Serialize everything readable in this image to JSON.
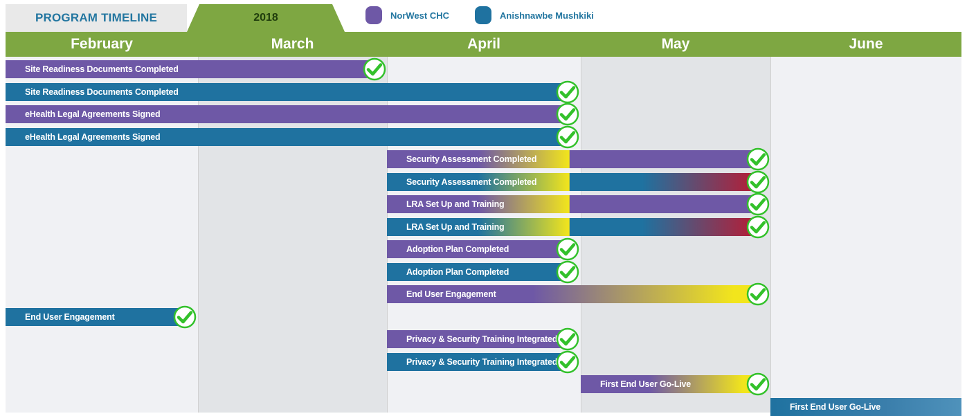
{
  "header": {
    "title": "PROGRAM TIMELINE",
    "year": "2018"
  },
  "legend": [
    {
      "label": "NorWest CHC",
      "color": "#6e58a6"
    },
    {
      "label": "Anishnawbe Mushkiki",
      "color": "#1f72a0"
    }
  ],
  "chart_data": {
    "type": "gantt",
    "months": [
      "February",
      "March",
      "April",
      "May",
      "June"
    ],
    "colors": {
      "norwest": "#6e58a6",
      "anishnawbe": "#1f72a0",
      "yellow": "#f2e51c",
      "red": "#b1203a",
      "check": "#33c12b",
      "header_green": "#7ea742"
    },
    "tasks": [
      {
        "label": "Site Readiness Documents Completed",
        "org": "NorWest CHC",
        "start": 0.0,
        "end": 1.9,
        "done": true
      },
      {
        "label": "Site Readiness Documents Completed",
        "org": "Anishnawbe Mushkiki",
        "start": 0.0,
        "end": 2.9,
        "done": true
      },
      {
        "label": "eHealth Legal Agreements Signed",
        "org": "NorWest CHC",
        "start": 0.0,
        "end": 2.9,
        "done": true
      },
      {
        "label": "eHealth Legal Agreements Signed",
        "org": "Anishnawbe Mushkiki",
        "start": 0.0,
        "end": 2.9,
        "done": true
      },
      {
        "label": "Security Assessment Completed",
        "org": "NorWest CHC",
        "start": 2.0,
        "end": 3.9,
        "done": true,
        "gradient": "to-yellow-then-solid"
      },
      {
        "label": "Security Assessment Completed",
        "org": "Anishnawbe Mushkiki",
        "start": 2.0,
        "end": 3.9,
        "done": true,
        "gradient": "to-yellow-then-red"
      },
      {
        "label": "LRA Set Up and Training",
        "org": "NorWest CHC",
        "start": 2.0,
        "end": 3.9,
        "done": true,
        "gradient": "to-yellow-then-solid"
      },
      {
        "label": "LRA Set Up and Training",
        "org": "Anishnawbe Mushkiki",
        "start": 2.0,
        "end": 3.9,
        "done": true,
        "gradient": "to-yellow-then-red"
      },
      {
        "label": "Adoption Plan Completed",
        "org": "NorWest CHC",
        "start": 2.0,
        "end": 2.9,
        "done": true
      },
      {
        "label": "Adoption Plan Completed",
        "org": "Anishnawbe Mushkiki",
        "start": 2.0,
        "end": 2.9,
        "done": true
      },
      {
        "label": "End User Engagement",
        "org": "NorWest CHC",
        "start": 2.0,
        "end": 3.9,
        "done": true,
        "gradient": "solid-to-yellow"
      },
      {
        "label": "End User Engagement",
        "org": "Anishnawbe Mushkiki",
        "start": 0.0,
        "end": 0.9,
        "done": true
      },
      {
        "label": "Privacy & Security Training Integrated",
        "org": "NorWest CHC",
        "start": 2.0,
        "end": 2.9,
        "done": true
      },
      {
        "label": "Privacy & Security Training Integrated",
        "org": "Anishnawbe Mushkiki",
        "start": 2.0,
        "end": 2.9,
        "done": true
      },
      {
        "label": "First End User Go-Live",
        "org": "NorWest CHC",
        "start": 3.0,
        "end": 3.9,
        "done": true,
        "gradient": "solid-to-yellow"
      },
      {
        "label": "First End User Go-Live",
        "org": "Anishnawbe Mushkiki",
        "start": 4.0,
        "end": 5.0,
        "done": false,
        "gradient": "solid-to-light"
      }
    ]
  }
}
